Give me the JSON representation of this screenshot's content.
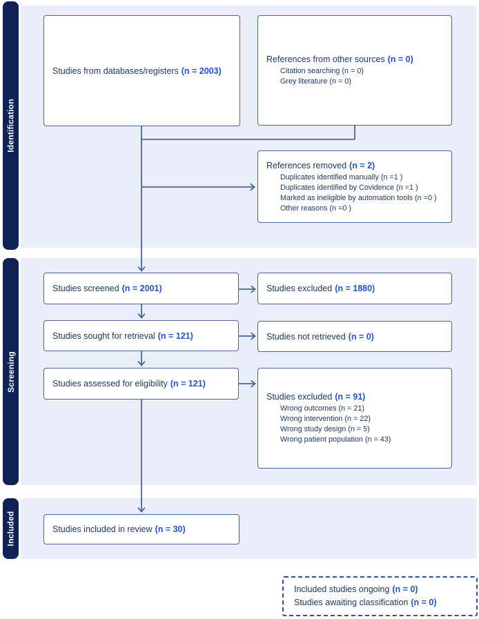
{
  "sections": {
    "identification": {
      "label": "Identification"
    },
    "screening": {
      "label": "Screening"
    },
    "included": {
      "label": "Included"
    }
  },
  "boxes": {
    "databases": {
      "label": "Studies from databases/registers",
      "n": "(n = 2003)"
    },
    "other_sources": {
      "label": "References from other sources",
      "n": "(n = 0)",
      "items": [
        "Citation searching (n = 0)",
        "Grey literature (n = 0)"
      ]
    },
    "references_removed": {
      "label": "References removed",
      "n": "(n = 2)",
      "items": [
        "Duplicates identified manually (n =1 )",
        "Duplicates identified by Covidence (n =1 )",
        "Marked as ineligible by automation tools (n =0 )",
        "Other reasons (n =0 )"
      ]
    },
    "screened": {
      "label": "Studies screened",
      "n": "(n = 2001)"
    },
    "excluded_screening": {
      "label": "Studies excluded",
      "n": "(n = 1880)"
    },
    "sought": {
      "label": "Studies sought for retrieval",
      "n": "(n = 121)"
    },
    "not_retrieved": {
      "label": "Studies not retrieved",
      "n": "(n = 0)"
    },
    "assessed": {
      "label": "Studies assessed for eligibility",
      "n": "(n = 121)"
    },
    "excluded_eligibility": {
      "label": "Studies excluded",
      "n": "(n = 91)",
      "items": [
        "Wrong outcomes (n = 21)",
        "Wrong intervention (n = 22)",
        "Wrong study design (n = 5)",
        "Wrong patient population (n = 43)"
      ]
    },
    "included_review": {
      "label": "Studies included in review",
      "n": "(n = 30)"
    },
    "ongoing": {
      "lines": [
        {
          "label": "Included studies ongoing",
          "n": "(n = 0)"
        },
        {
          "label": "Studies awaiting classification",
          "n": "(n = 0)"
        }
      ]
    }
  },
  "colors": {
    "sidebar_navy": "#0e2255",
    "section_bg": "#e9eefa",
    "box_border": "#4b6591",
    "text_dark": "#1e3862",
    "accent_blue": "#2353c6",
    "dashed_border": "#31518f"
  }
}
